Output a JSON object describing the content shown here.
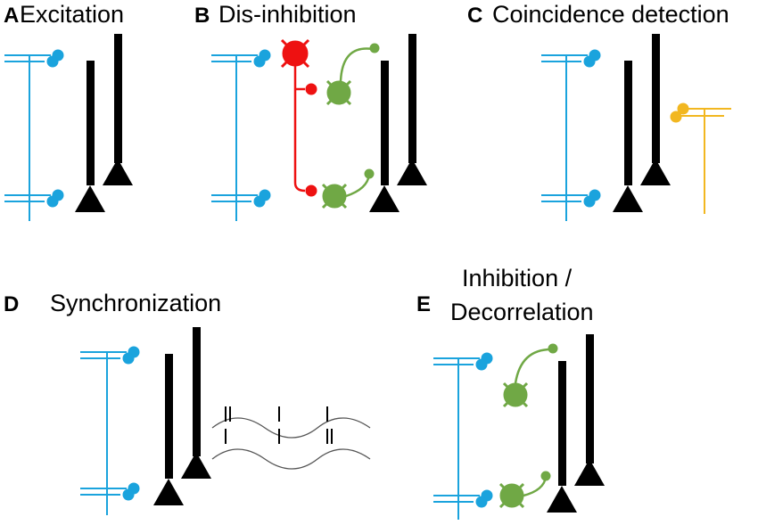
{
  "colors": {
    "excitatory": "#1aa3dd",
    "red_interneuron": "#ee1111",
    "green_interneuron": "#70a845",
    "coincident_input": "#f2b720",
    "pyramidal": "#000000",
    "oscillation": "#555555"
  },
  "panels": [
    {
      "id": "A",
      "label": "A",
      "title": "Excitation"
    },
    {
      "id": "B",
      "label": "B",
      "title": "Dis-inhibition"
    },
    {
      "id": "C",
      "label": "C",
      "title": "Coincidence detection"
    },
    {
      "id": "D",
      "label": "D",
      "title": "Synchronization"
    },
    {
      "id": "E",
      "label": "E",
      "title_line1": "Inhibition /",
      "title_line2": "Decorrelation"
    }
  ]
}
